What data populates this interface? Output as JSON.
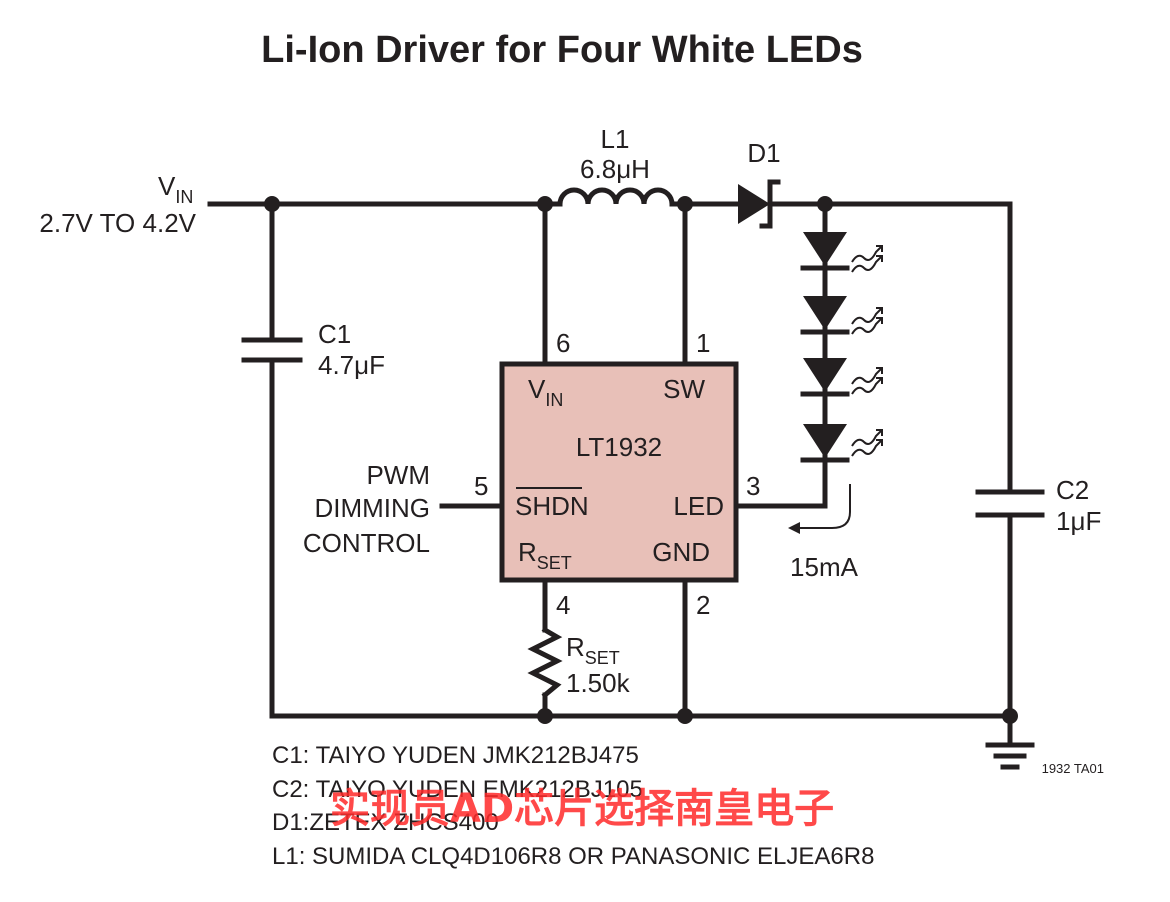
{
  "title": "Li-Ion Driver for Four White LEDs",
  "vin": {
    "main": "V",
    "sub": "IN",
    "range": "2.7V TO 4.2V"
  },
  "l1": {
    "name": "L1",
    "value": "6.8μH"
  },
  "d1": {
    "name": "D1"
  },
  "c1": {
    "name": "C1",
    "value": "4.7μF"
  },
  "c2": {
    "name": "C2",
    "value": "1μF"
  },
  "rset": {
    "main": "R",
    "sub": "SET",
    "value": "1.50k"
  },
  "pwm": {
    "line1": "PWM",
    "line2": "DIMMING",
    "line3": "CONTROL"
  },
  "ic": {
    "name": "LT1932",
    "fill": "#e8c0b8",
    "pin_vin_main": "V",
    "pin_vin_sub": "IN",
    "pin_sw": "SW",
    "pin_shdn": "SHDN",
    "pin_led": "LED",
    "pin_rset_main": "R",
    "pin_rset_sub": "SET",
    "pin_gnd": "GND",
    "pin_numbers": {
      "vin": "6",
      "sw": "1",
      "shdn": "5",
      "led": "3",
      "rset": "4",
      "gnd": "2"
    }
  },
  "current": "15mA",
  "figure_id": "1932 TA01",
  "notes": [
    "C1: TAIYO YUDEN JMK212BJ475",
    "C2: TAIYO YUDEN EMK212BJ105",
    "D1:ZETEX ZHCS400",
    "L1: SUMIDA CLQ4D106R8 OR PANASONIC ELJEA6R8"
  ],
  "watermark": "实现员AD芯片选择南皇电子",
  "watermark_color": "#ff2a2a"
}
